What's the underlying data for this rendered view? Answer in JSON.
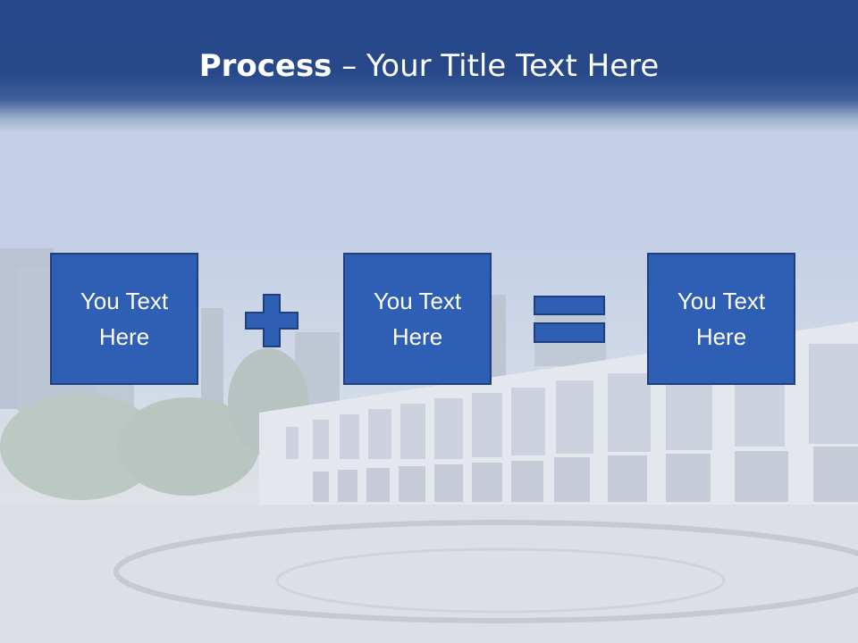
{
  "header": {
    "title_bold": "Process",
    "title_rest": " – Your Title Text Here"
  },
  "process": {
    "step1": {
      "line1": "You Text",
      "line2": "Here"
    },
    "step2": {
      "line1": "You Text",
      "line2": "Here"
    },
    "step3": {
      "line1": "You Text",
      "line2": "Here"
    }
  },
  "icons": {
    "operator1": "plus-icon",
    "operator2": "equals-icon"
  },
  "colors": {
    "header": "#27498a",
    "box_fill": "#2f5fb4",
    "box_border": "#1f3f7d"
  }
}
